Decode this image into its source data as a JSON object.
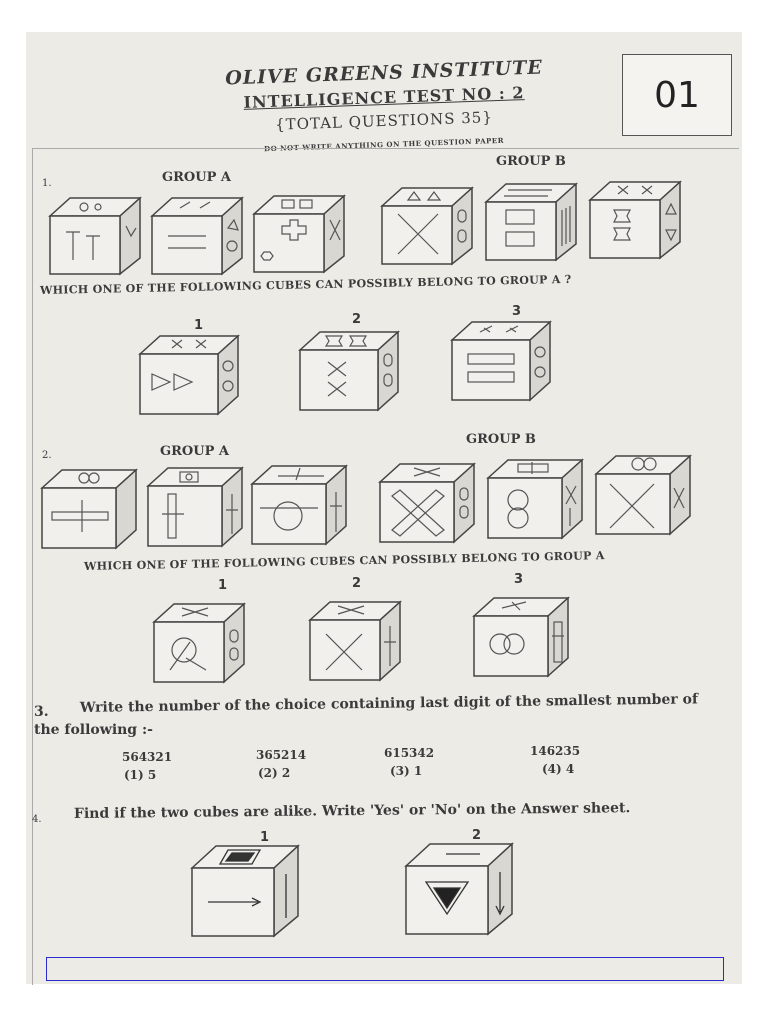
{
  "header": {
    "institute": "OLIVE GREENS INSTITUTE",
    "test": "INTELLIGENCE TEST NO : 2",
    "total": "{TOTAL QUESTIONS 35}",
    "note": "DO NOT WRITE ANYTHING ON THE QUESTION PAPER",
    "page_number": "01"
  },
  "q1": {
    "number": "1.",
    "group_a": "GROUP A",
    "group_b": "GROUP B",
    "question": "WHICH ONE OF THE FOLLOWING CUBES CAN POSSIBLY BELONG TO GROUP A ?",
    "options": [
      "1",
      "2",
      "3"
    ]
  },
  "q2": {
    "number": "2.",
    "group_a": "GROUP A",
    "group_b": "GROUP B",
    "question": "WHICH ONE OF THE FOLLOWING CUBES CAN POSSIBLY BELONG TO GROUP A",
    "options": [
      "1",
      "2",
      "3"
    ]
  },
  "q3": {
    "number": "3.",
    "text_line1": "Write the number of the choice containing last digit of the smallest number of",
    "text_line2": "the following :-",
    "numbers": [
      "564321",
      "365214",
      "615342",
      "146235"
    ],
    "choices": [
      "(1) 5",
      "(2) 2",
      "(3) 1",
      "(4) 4"
    ]
  },
  "q4": {
    "number": "4.",
    "text": "Find if the two cubes are alike.  Write 'Yes' or 'No' on the Answer sheet.",
    "options": [
      "1",
      "2"
    ]
  }
}
